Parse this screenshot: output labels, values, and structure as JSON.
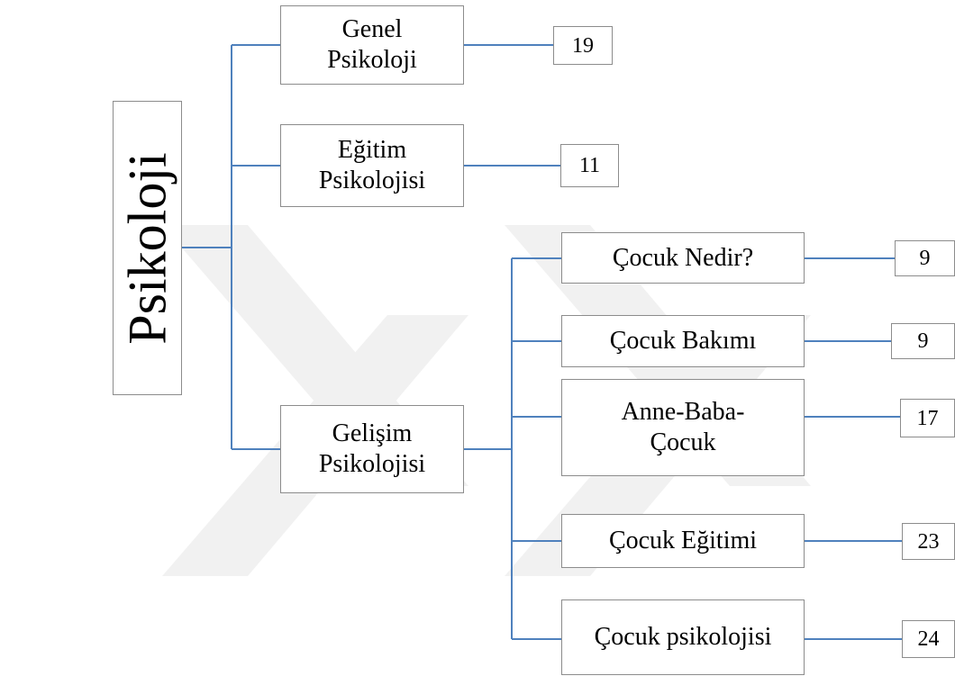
{
  "colors": {
    "line": "#4f81bd",
    "border": "#8c8c8c",
    "watermark": "#f1f1f1"
  },
  "root": {
    "label": "Psikoloji"
  },
  "branches": [
    {
      "line1": "Genel",
      "line2": "Psikoloji",
      "count": "19"
    },
    {
      "line1": "Eğitim",
      "line2": "Psikolojisi",
      "count": "11"
    },
    {
      "line1": "Gelişim",
      "line2": "Psikolojisi"
    }
  ],
  "subtopics": [
    {
      "label": "Çocuk Nedir?",
      "count": "9"
    },
    {
      "label": "Çocuk Bakımı",
      "count": "9"
    },
    {
      "line1": "Anne-Baba-",
      "line2": "Çocuk",
      "count": "17"
    },
    {
      "label": "Çocuk Eğitimi",
      "count": "23"
    },
    {
      "label": "Çocuk psikolojisi",
      "count": "24"
    }
  ]
}
